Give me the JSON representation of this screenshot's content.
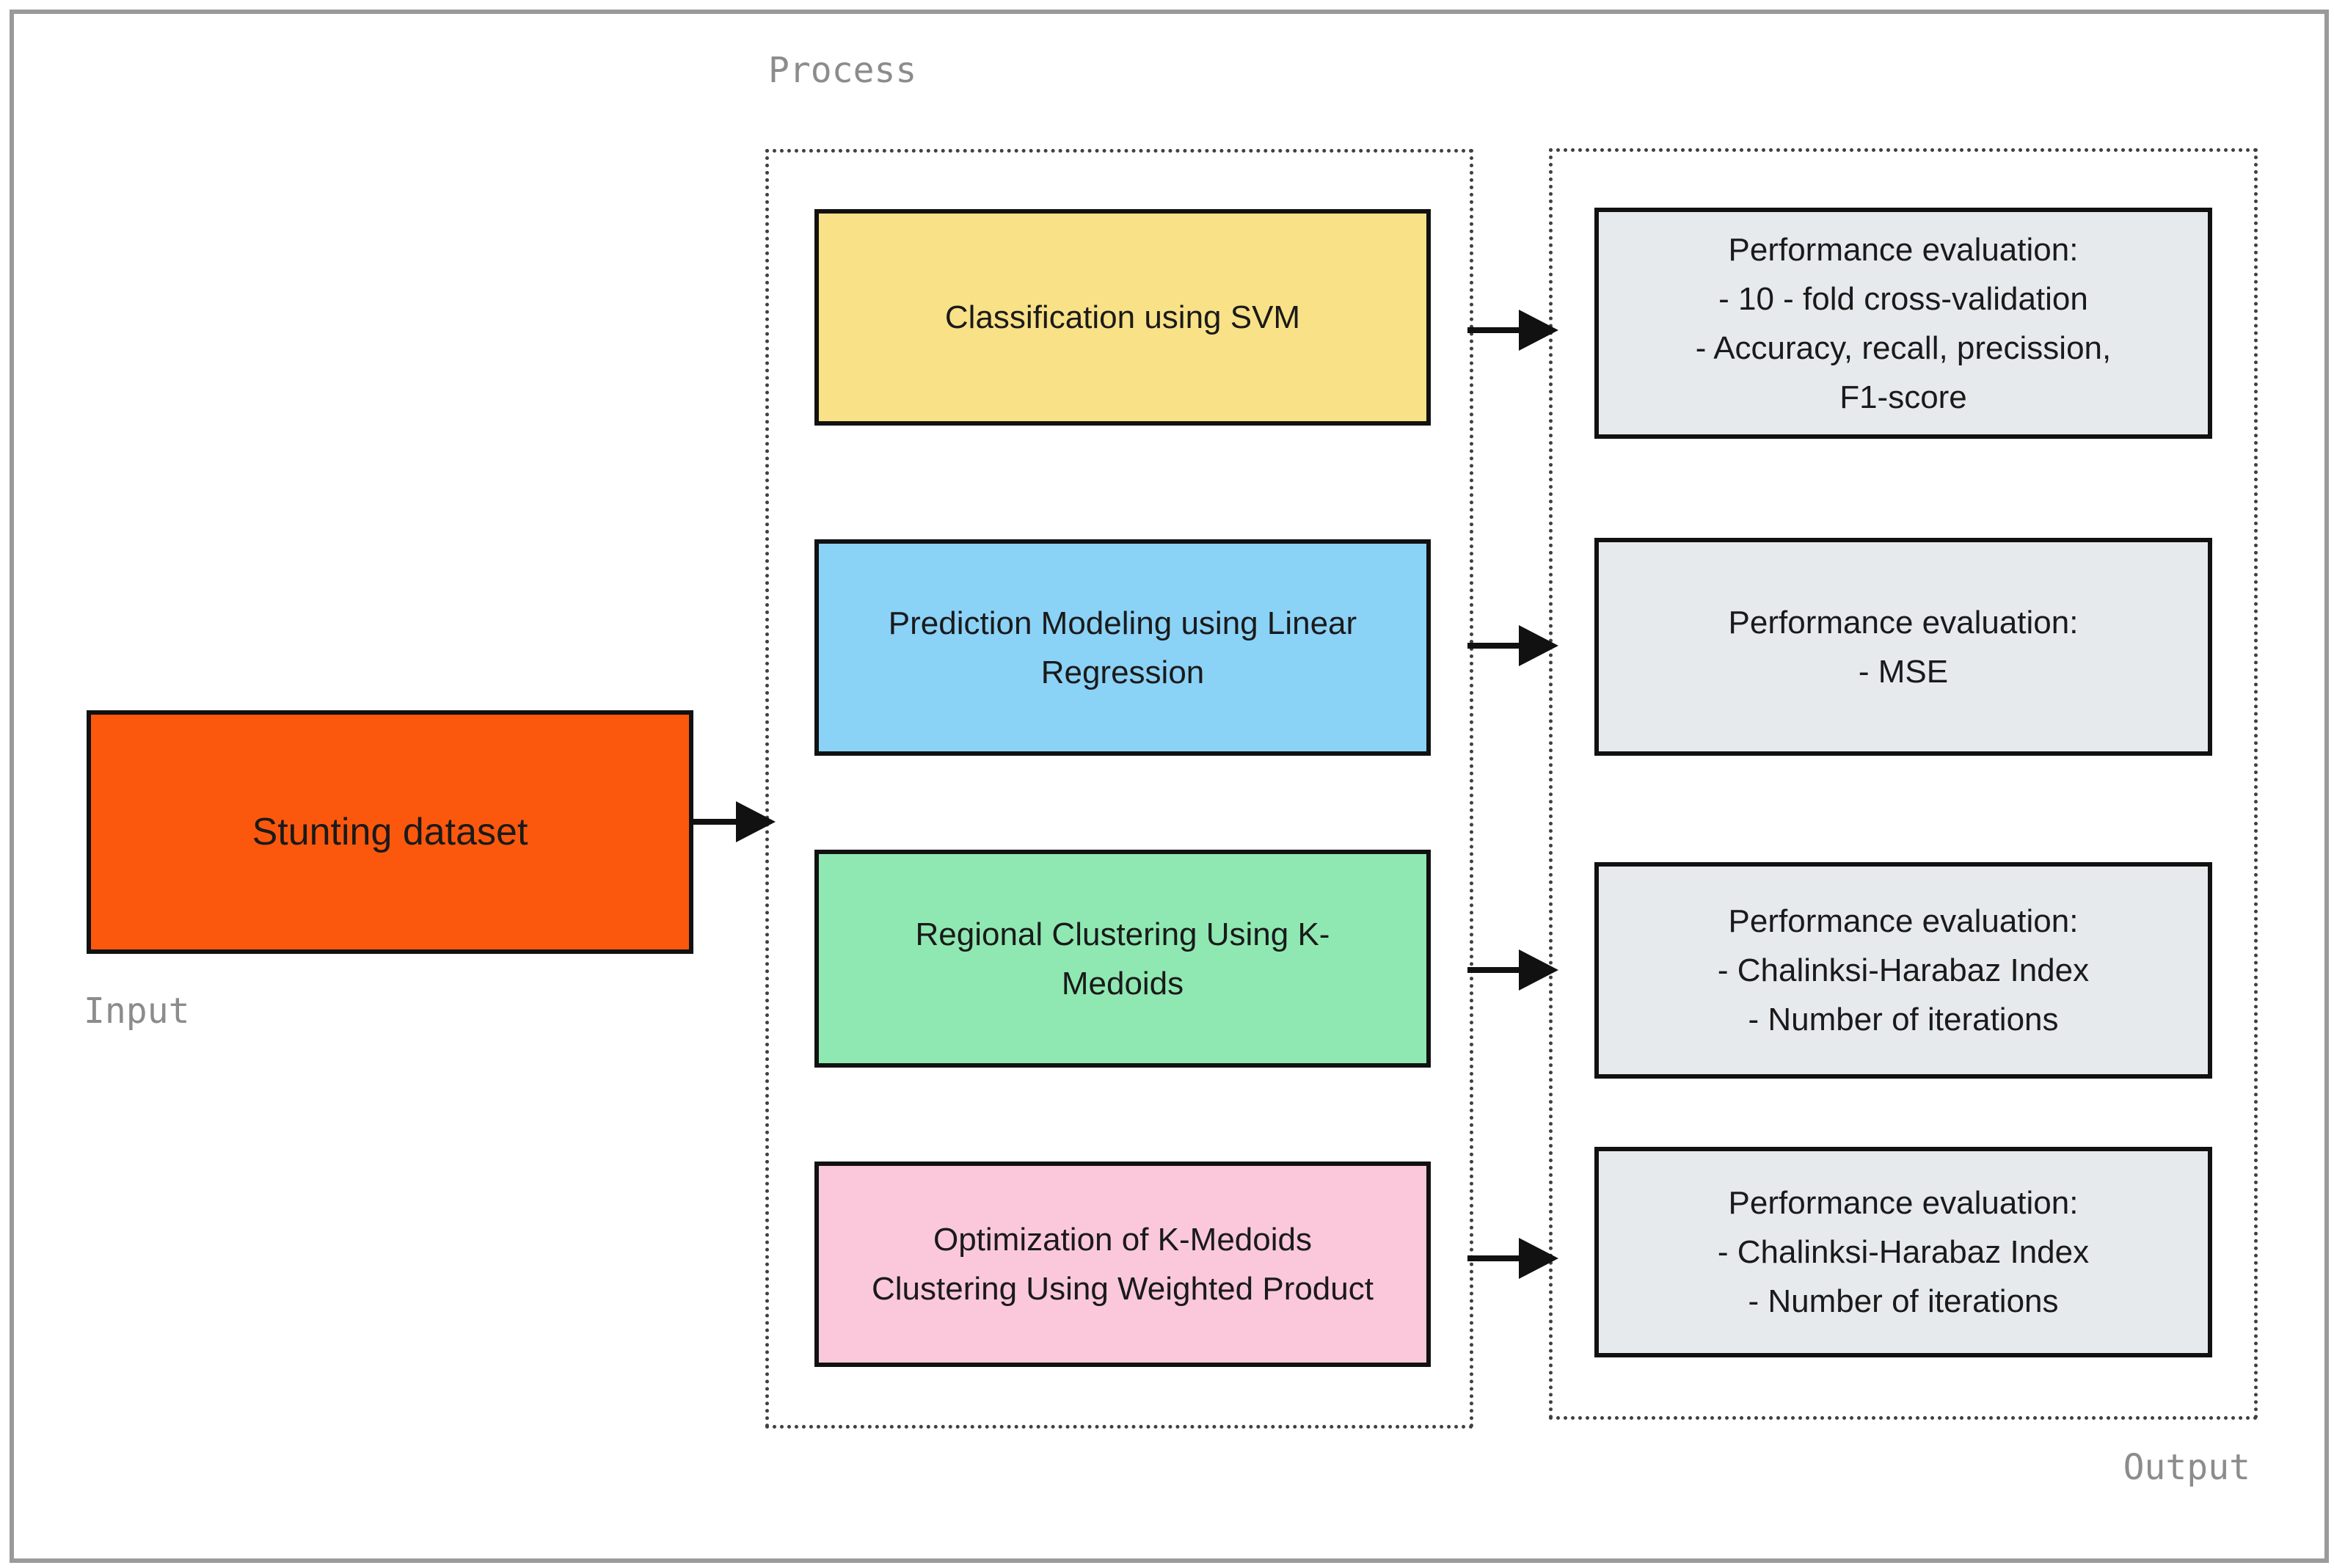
{
  "diagram": {
    "labels": {
      "input": "Input",
      "process": "Process",
      "output": "Output"
    },
    "colors": {
      "input_fill": "#FB580E",
      "output_fill": "#E6EAEC",
      "process_fills": [
        "#F9E187",
        "#8BD2F7",
        "#8FE8B2",
        "#FBC8DB"
      ],
      "frame_border": "#9a9a9a",
      "node_border": "#111111"
    },
    "input_box": {
      "text": "Stunting dataset"
    },
    "process_boxes": [
      {
        "text": "Classification using SVM"
      },
      {
        "text": "Prediction Modeling using Linear\nRegression"
      },
      {
        "text": "Regional Clustering Using K-\nMedoids"
      },
      {
        "text": "Optimization of K-Medoids\nClustering Using Weighted Product"
      }
    ],
    "output_boxes": [
      {
        "text": "Performance evaluation:\n- 10 - fold cross-validation\n- Accuracy, recall, precission,\nF1-score"
      },
      {
        "text": "Performance evaluation:\n- MSE"
      },
      {
        "text": "Performance evaluation:\n- Chalinksi-Harabaz Index\n- Number of iterations"
      },
      {
        "text": "Performance evaluation:\n- Chalinksi-Harabaz Index\n- Number of iterations"
      }
    ]
  }
}
